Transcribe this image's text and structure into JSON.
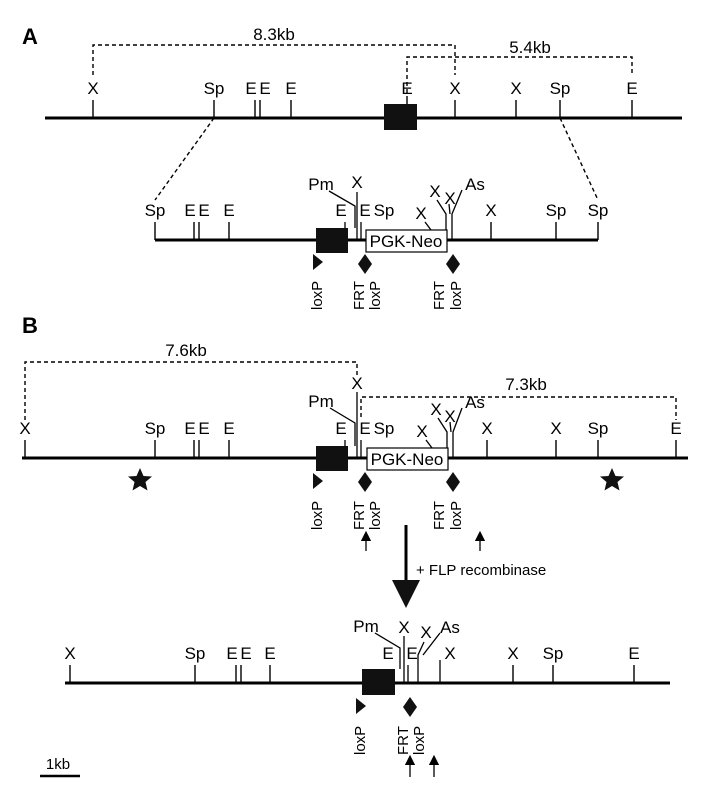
{
  "panel_a": {
    "letter": "A",
    "dist_left": "8.3kb",
    "dist_right": "5.4kb",
    "sites": [
      "X",
      "Sp",
      "E",
      "E",
      "E",
      "E",
      "X",
      "X",
      "Sp",
      "E"
    ],
    "targeting_vector": {
      "sites": [
        "Sp",
        "E",
        "E",
        "E",
        "Pm",
        "X",
        "E",
        "E",
        "Sp",
        "X",
        "X",
        "As",
        "X",
        "X",
        "Sp"
      ],
      "cassette": "PGK-Neo",
      "elements": [
        "loxP",
        "FRT",
        "loxP",
        "FRT",
        "loxP"
      ]
    }
  },
  "panel_b": {
    "letter": "B",
    "dist_left": "7.6kb",
    "dist_right": "7.3kb",
    "sites": [
      "X",
      "Sp",
      "E",
      "E",
      "E",
      "Pm",
      "X",
      "E",
      "E",
      "Sp",
      "X",
      "X",
      "As",
      "X",
      "X",
      "Sp",
      "E"
    ],
    "cassette": "PGK-Neo",
    "elements": [
      "loxP",
      "FRT",
      "loxP",
      "FRT",
      "loxP"
    ],
    "recombination": "+ FLP recombinase",
    "deleted": {
      "sites": [
        "X",
        "Sp",
        "E",
        "E",
        "E",
        "Pm",
        "X",
        "E",
        "X",
        "As",
        "X",
        "X",
        "Sp",
        "E"
      ],
      "elements": [
        "loxP",
        "FRT",
        "loxP"
      ]
    }
  },
  "scale_bar": "1kb"
}
